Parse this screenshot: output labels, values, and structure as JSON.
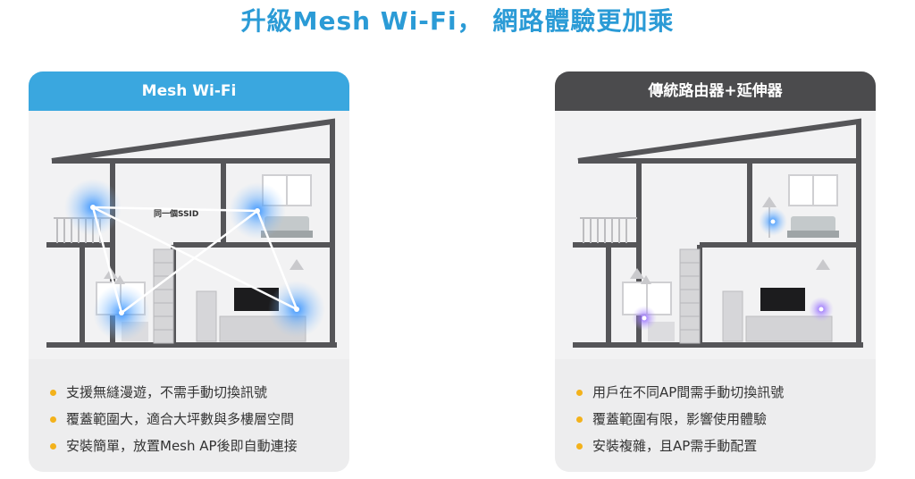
{
  "title": "升級Mesh Wi-Fi， 網路體驗更加乘",
  "colors": {
    "title": "#2b9bd6",
    "mesh_header": "#3aa7df",
    "traditional_header": "#4b4b4d",
    "bullet": "#f3b21b",
    "mesh_signal": "#2a8cff",
    "extender_signal": "#8a5cff"
  },
  "mesh_card": {
    "header": "Mesh Wi-Fi",
    "ssid_label": "同一個SSID",
    "bullets": [
      "支援無縫漫遊，不需手動切換訊號",
      "覆蓋範圍大，適合大坪數與多樓層空間",
      "安裝簡單，放置Mesh AP後即自動連接"
    ]
  },
  "traditional_card": {
    "header": "傳統路由器+延伸器",
    "bullets": [
      "用戶在不同AP間需手動切換訊號",
      "覆蓋範圍有限，影響使用體驗",
      "安裝複雜，且AP需手動配置"
    ]
  }
}
